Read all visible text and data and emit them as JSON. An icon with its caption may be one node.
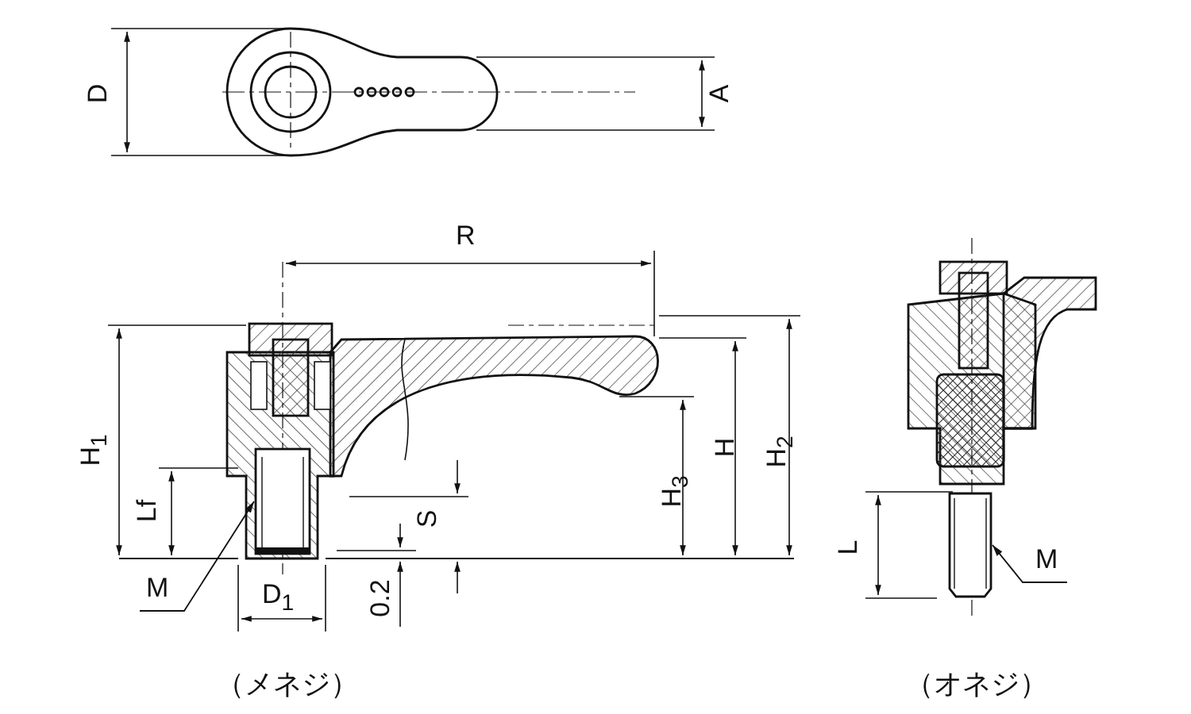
{
  "diagram": {
    "nodes": [
      {
        "text": [
          "M"
        ]
      },
      {
        "text": [],
        "shape": "picture"
      },
      {
        "text": [
          "M"
        ]
      },
      {
        "text": [],
        "shape": "picture"
      }
    ],
    "edges": [
      {
        "from": 0,
        "to": 1,
        "arrow": "to"
      },
      {
        "from": 2,
        "to": 3,
        "arrow": "to"
      }
    ],
    "labels": [
      "D",
      "A",
      "R",
      "H$_{1}$",
      "H",
      "H$_{3}$",
      "H$_{2}$",
      "Lf",
      "S",
      "D$_{1}$",
      "0.2",
      "L",
      "（メネジ）",
      "（オネジ）"
    ]
  }
}
